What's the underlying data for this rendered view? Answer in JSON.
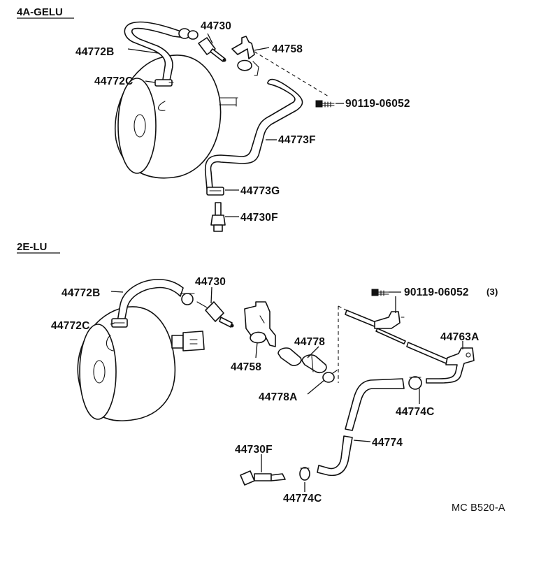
{
  "sections": {
    "top": {
      "name": "4A-GELU"
    },
    "bottom": {
      "name": "2E-LU"
    }
  },
  "labels_top": {
    "p44730": "44730",
    "p44772B": "44772B",
    "p44758": "44758",
    "p44772C": "44772C",
    "p90119": "90119-06052",
    "p44773F": "44773F",
    "p44773G": "44773G",
    "p44730F": "44730F"
  },
  "labels_bottom": {
    "p44772B": "44772B",
    "p44730": "44730",
    "p90119": "90119-06052",
    "p90119_qty": "(3)",
    "p44772C": "44772C",
    "p44763A": "44763A",
    "p44778": "44778",
    "p44758": "44758",
    "p44778A": "44778A",
    "p44774C_a": "44774C",
    "p44774": "44774",
    "p44730F": "44730F",
    "p44774C_b": "44774C"
  },
  "figure_code": "MC B520-A"
}
